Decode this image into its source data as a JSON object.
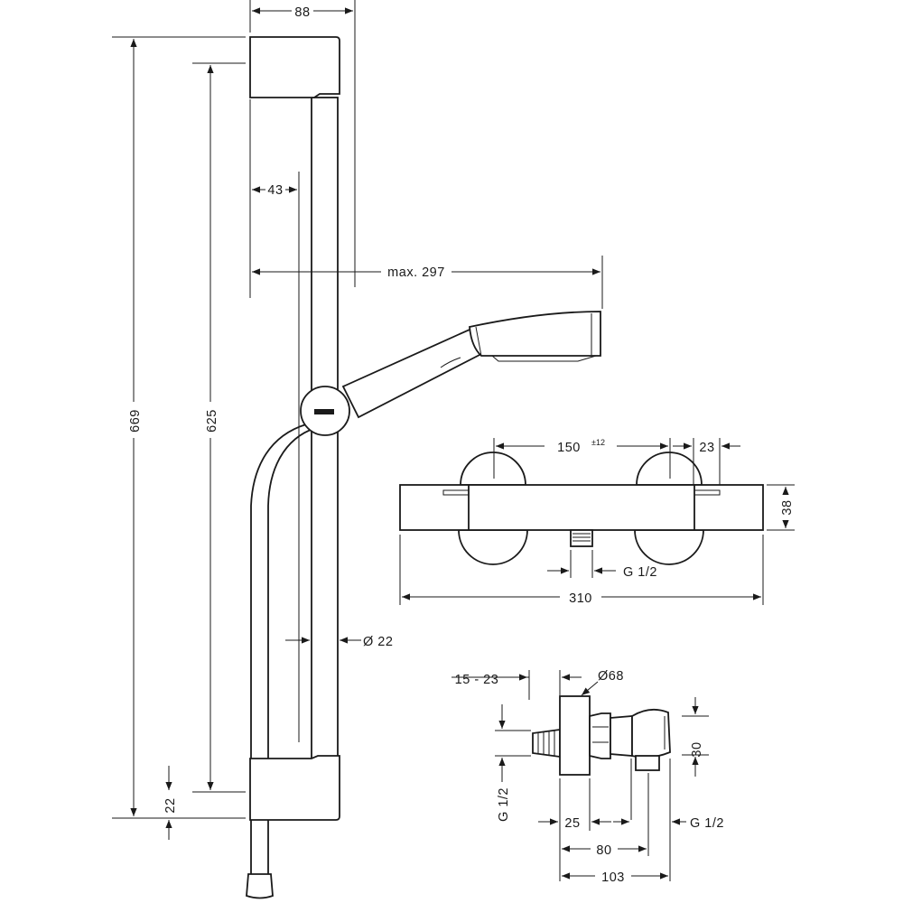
{
  "rail_set": {
    "width_total": "88",
    "height_total": "669",
    "height_holders": "625",
    "wall_offset": "43",
    "handshower_reach": "max. 297",
    "rail_diameter": "Ø 22",
    "bottom_offset": "22"
  },
  "thermostat_front": {
    "connection_spacing": "150",
    "connection_tolerance": "±12",
    "end_offset": "23",
    "body_height": "38",
    "body_length": "310",
    "outlet_thread": "G 1/2"
  },
  "thermostat_side": {
    "projection_range": "15 - 23",
    "escutcheon_diameter": "Ø68",
    "outlet_height": "30",
    "inlet_thread": "G 1/2",
    "depth_a": "25",
    "outlet_thread": "G 1/2",
    "depth_b": "80",
    "depth_total": "103"
  }
}
